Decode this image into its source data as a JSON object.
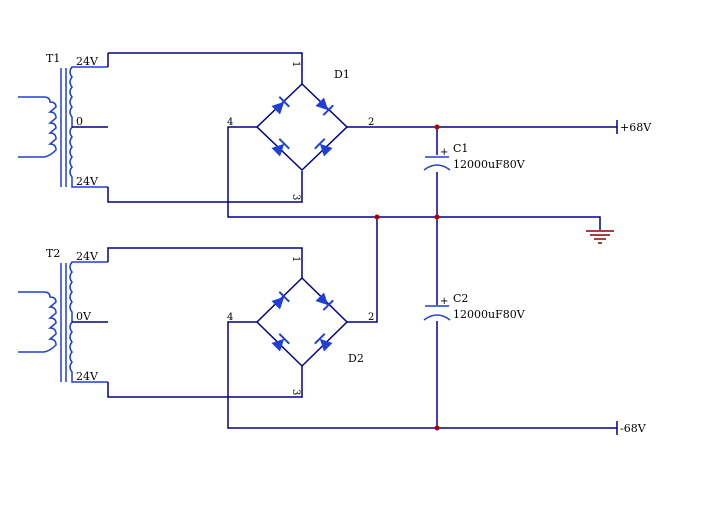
{
  "colors": {
    "wire": "#00008b",
    "diode": "#1f3fd8",
    "cap": "#1f3fd8",
    "junction": "#b00000",
    "ground": "#8b0000",
    "text": "#000000"
  },
  "transformers": [
    {
      "ref": "T1",
      "top_tap": "24V",
      "center_tap": "0",
      "bottom_tap": "24V"
    },
    {
      "ref": "T2",
      "top_tap": "24V",
      "center_tap": "0V",
      "bottom_tap": "24V"
    }
  ],
  "bridges": [
    {
      "ref": "D1",
      "pins": [
        "1",
        "2",
        "3",
        "4"
      ]
    },
    {
      "ref": "D2",
      "pins": [
        "1",
        "2",
        "3",
        "4"
      ]
    }
  ],
  "capacitors": [
    {
      "ref": "C1",
      "value": "12000uF80V",
      "polarity": "+"
    },
    {
      "ref": "C2",
      "value": "12000uF80V",
      "polarity": "+"
    }
  ],
  "outputs": {
    "positive": "+68V",
    "negative": "-68V"
  }
}
